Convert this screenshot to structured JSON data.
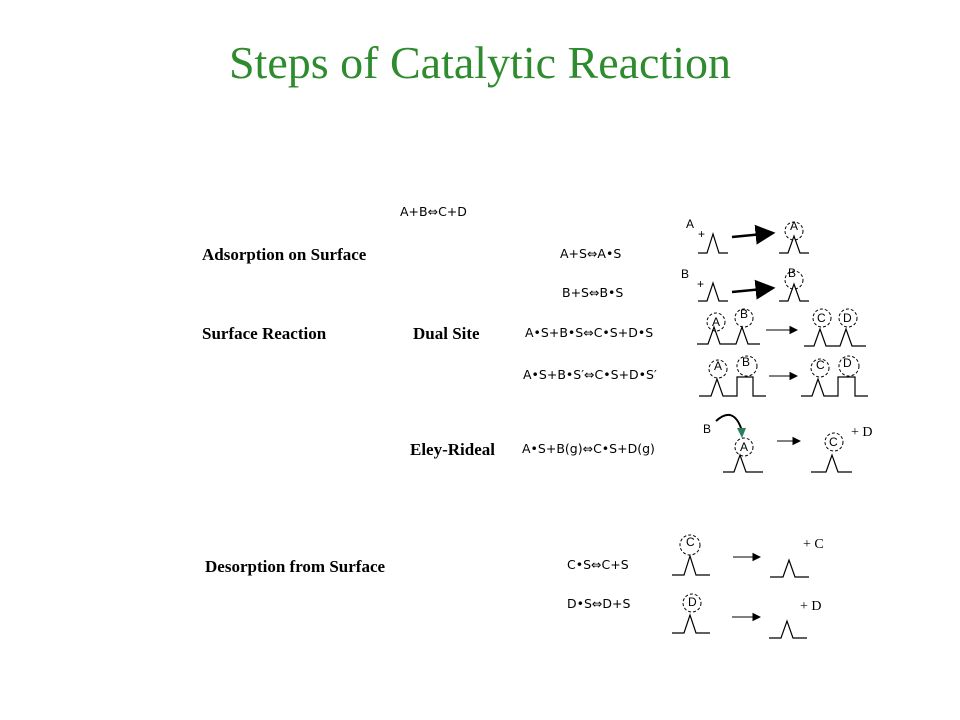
{
  "title": "Steps of Catalytic Reaction",
  "overall_equation": "A+B⇔C+D",
  "sections": {
    "adsorption": {
      "label": "Adsorption on Surface",
      "equations": [
        "A+S⇔A•S",
        "B+S⇔B•S"
      ]
    },
    "surface_reaction": {
      "label": "Surface Reaction",
      "dual_site": {
        "label": "Dual Site",
        "equations": [
          "A•S+B•S⇔C•S+D•S",
          "A•S+B•S′⇔C•S+D•S′"
        ]
      },
      "eley_rideal": {
        "label": "Eley-Rideal",
        "equation": "A•S+B(g)⇔C•S+D(g)"
      }
    },
    "desorption": {
      "label": "Desorption from Surface",
      "equations": [
        "C•S⇔C+S",
        "D•S⇔D+S"
      ]
    }
  },
  "species": {
    "A": "A",
    "B": "B",
    "C": "C",
    "D": "D",
    "plus": "+",
    "plus_C": "+ C",
    "plus_D": "+ D"
  },
  "colors": {
    "title": "#2e8b2e",
    "eley_arrowhead": "#2e7d5a"
  }
}
